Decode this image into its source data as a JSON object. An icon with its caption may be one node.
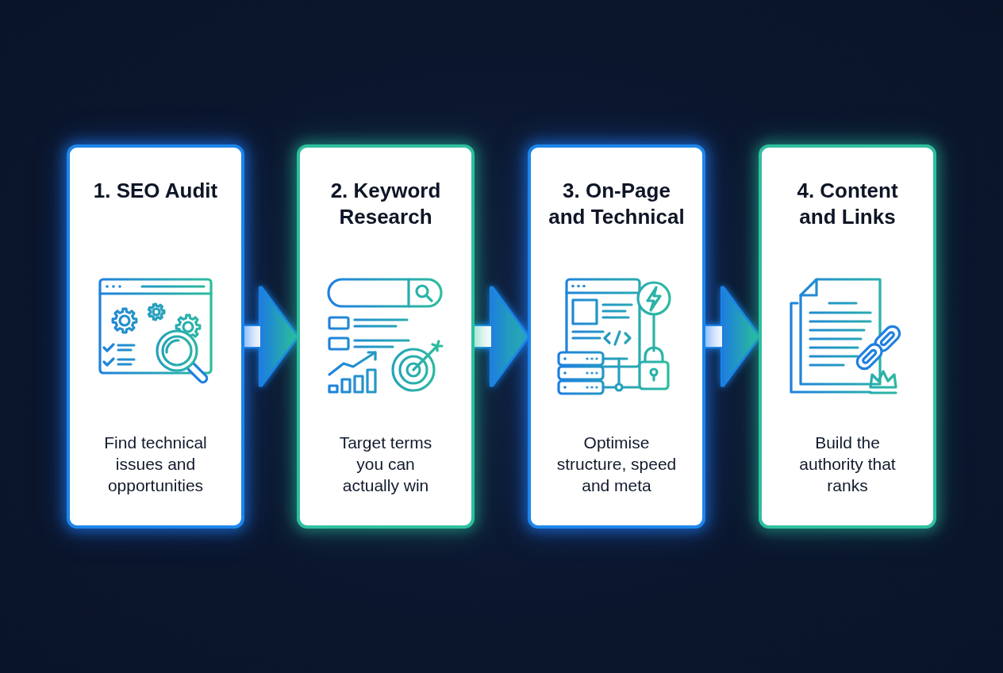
{
  "diagram": {
    "nodes": [
      {
        "text": [
          "1. SEO Audit",
          "Find technical issues and opportunities"
        ]
      },
      {
        "text": [
          "2. Keyword Research",
          "Target terms you can actually win"
        ]
      },
      {
        "text": [
          "3. On-Page and Technical",
          "Optimise structure, speed and meta"
        ]
      },
      {
        "text": [
          "4. Content and Links",
          "Build the authority that ranks"
        ]
      }
    ],
    "edges": [
      {
        "from": 0,
        "to": 1,
        "arrow": "to"
      },
      {
        "from": 1,
        "to": 2,
        "arrow": "to"
      },
      {
        "from": 2,
        "to": 3,
        "arrow": "to"
      }
    ]
  }
}
